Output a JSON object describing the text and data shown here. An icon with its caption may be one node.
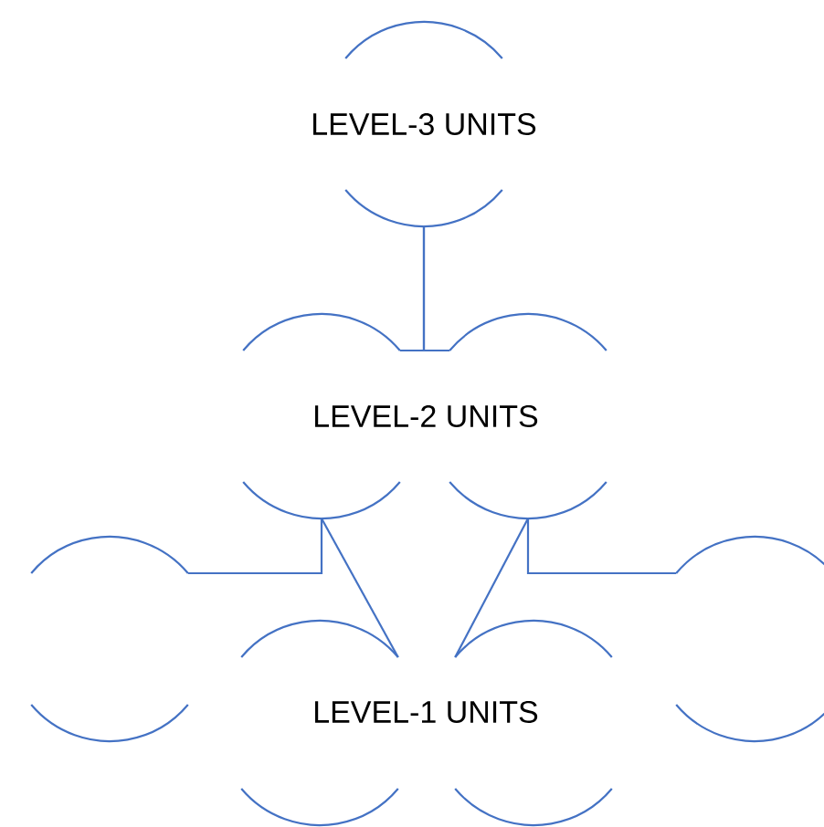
{
  "diagram": {
    "nodes": [
      {
        "text": [
          "LEVEL-3 UNITS"
        ]
      },
      {
        "text": [],
        "shape": "circle"
      },
      {
        "text": [],
        "shape": "circle"
      },
      {
        "text": [],
        "shape": "circle"
      },
      {
        "text": [],
        "shape": "circle"
      },
      {
        "text": [],
        "shape": "circle"
      },
      {
        "text": [],
        "shape": "circle"
      }
    ],
    "edges": [
      {
        "from": 0,
        "to": 1,
        "arrow": "none"
      },
      {
        "from": 0,
        "to": 2,
        "arrow": "none"
      },
      {
        "from": 1,
        "to": 3,
        "arrow": "none"
      },
      {
        "from": 1,
        "to": 4,
        "arrow": "none"
      },
      {
        "from": 2,
        "to": 5,
        "arrow": "none"
      },
      {
        "from": 2,
        "to": 6,
        "arrow": "none"
      }
    ],
    "labels": [
      "LEVEL-2 UNITS",
      "LEVEL-1 UNITS"
    ]
  }
}
